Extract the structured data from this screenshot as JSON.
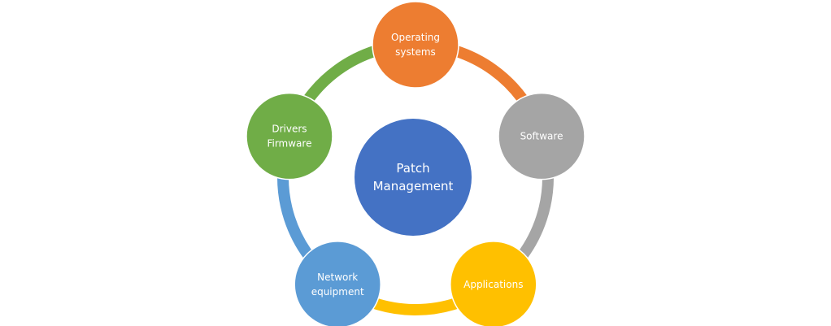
{
  "diagram": {
    "title": "Patch Management",
    "center": {
      "lines": [
        "Patch",
        "Management"
      ],
      "color": "#4472C4"
    },
    "nodes": [
      {
        "id": "operating-systems",
        "lines": [
          "Operating",
          "systems"
        ],
        "color": "#ED7D31",
        "arc_color": "#ED7D31"
      },
      {
        "id": "software",
        "lines": [
          "Software"
        ],
        "color": "#A5A5A5",
        "arc_color": "#A5A5A5"
      },
      {
        "id": "applications",
        "lines": [
          "Applications"
        ],
        "color": "#FFC000",
        "arc_color": "#FFC000"
      },
      {
        "id": "network-equipment",
        "lines": [
          "Network",
          "equipment"
        ],
        "color": "#5B9BD5",
        "arc_color": "#5B9BD5"
      },
      {
        "id": "drivers-firmware",
        "lines": [
          "Drivers",
          "Firmware"
        ],
        "color": "#70AD47",
        "arc_color": "#70AD47"
      }
    ],
    "text_color": "#FFFFFF",
    "background": "#FFFFFF"
  }
}
